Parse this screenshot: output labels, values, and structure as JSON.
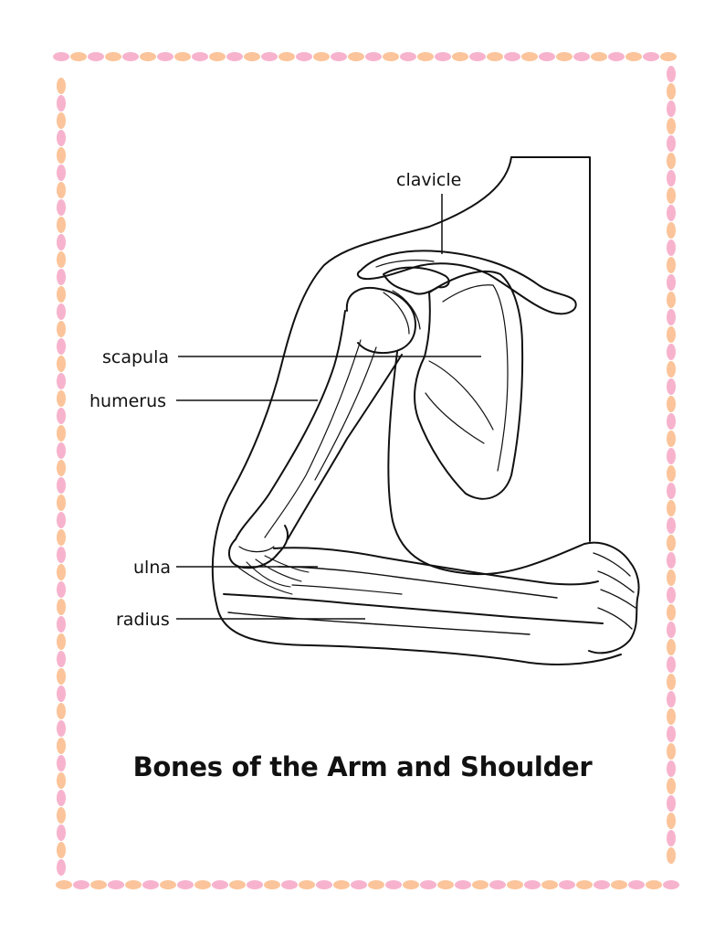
{
  "title": "Bones of the Arm and Shoulder",
  "labels": {
    "clavicle": "clavicle",
    "scapula": "scapula",
    "humerus": "humerus",
    "ulna": "ulna",
    "radius": "radius"
  },
  "colors": {
    "border_pink": "#f7b3cd",
    "border_orange": "#fbc49a",
    "line": "#111111",
    "background": "#ffffff"
  }
}
